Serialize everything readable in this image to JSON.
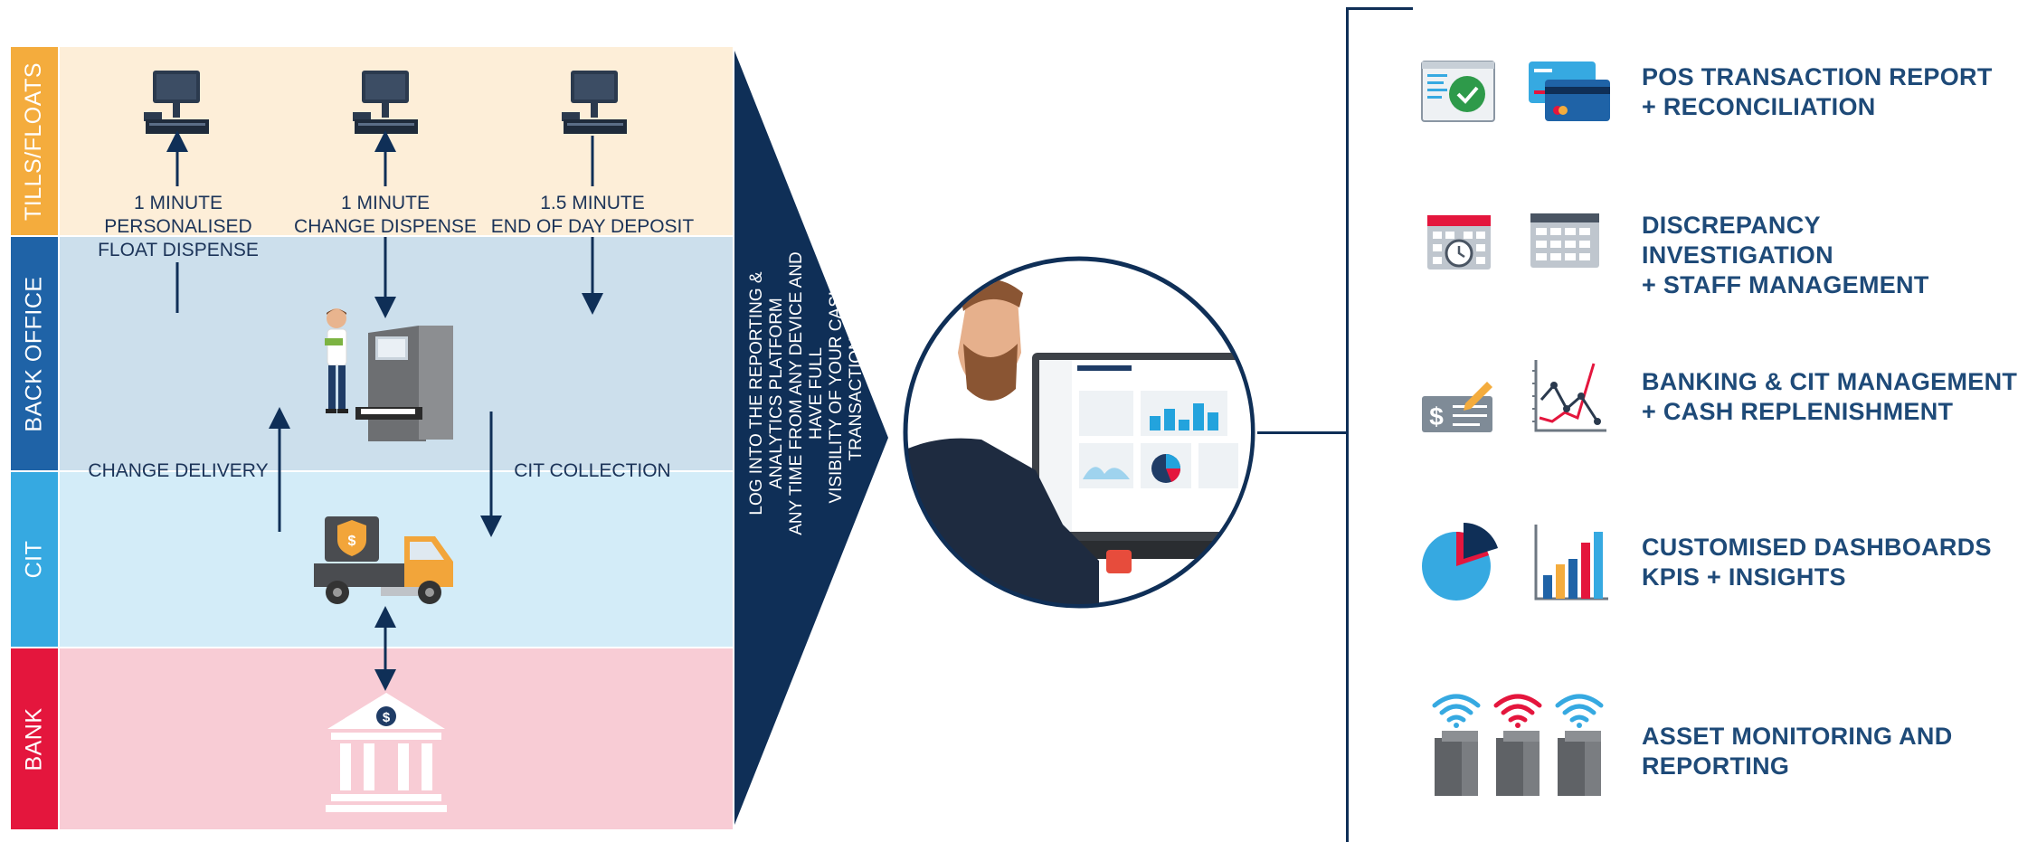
{
  "bands": {
    "tills": "TILLS/FLOATS",
    "back_office": "BACK OFFICE",
    "cit": "CIT",
    "bank": "BANK"
  },
  "steps": {
    "float_time": "1 MINUTE",
    "float_text": "PERSONALISED FLOAT DISPENSE",
    "change_time": "1 MINUTE",
    "change_text": "CHANGE DISPENSE",
    "deposit_time": "1.5 MINUTE",
    "deposit_text": "END OF DAY DEPOSIT",
    "change_delivery": "CHANGE DELIVERY",
    "cit_collection": "CIT COLLECTION"
  },
  "banner": {
    "line1": "LOG INTO THE REPORTING & ANALYTICS PLATFORM",
    "line2": "ANY TIME FROM ANY DEVICE AND HAVE FULL",
    "line3": "VISIBILITY OF YOUR CASH TRANSACTIONS"
  },
  "features": [
    {
      "line1": "POS TRANSACTION REPORT",
      "line2": "+ RECONCILIATION"
    },
    {
      "line1": "DISCREPANCY INVESTIGATION",
      "line2": "+ STAFF MANAGEMENT"
    },
    {
      "line1": "BANKING & CIT MANAGEMENT",
      "line2": "+ CASH REPLENISHMENT"
    },
    {
      "line1": "CUSTOMISED DASHBOARDS",
      "line2": "KPIS + INSIGHTS"
    },
    {
      "line1": "ASSET MONITORING AND",
      "line2": "REPORTING"
    }
  ],
  "colors": {
    "tills": "#f4ac3d",
    "back_office": "#1f63a7",
    "cit": "#36a9e1",
    "bank": "#e4163d",
    "navy": "#0f2f57",
    "feature_text": "#1e4a78"
  }
}
